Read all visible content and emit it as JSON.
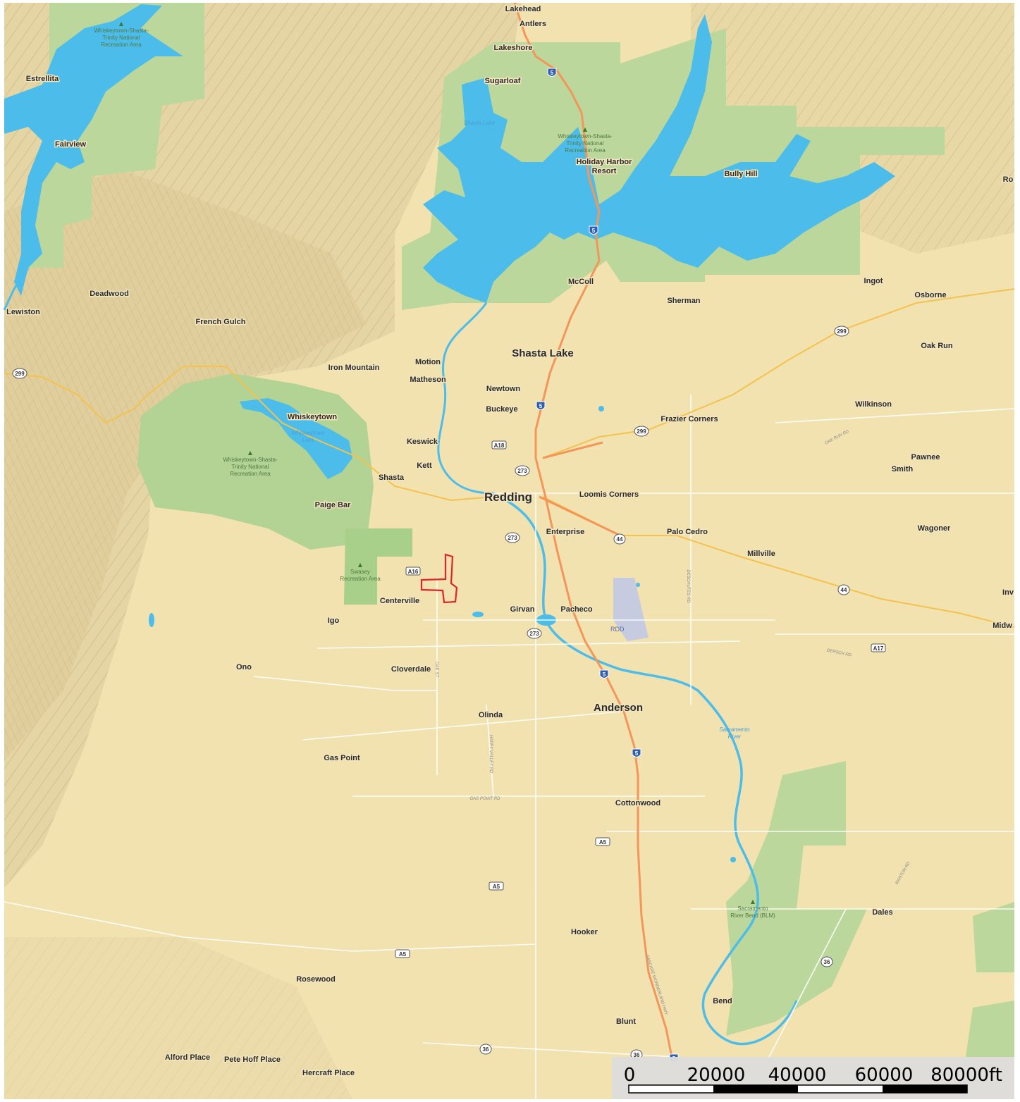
{
  "colors": {
    "land": "#f1e2b0",
    "hills": "#e2d2a1",
    "park": "#b8d79a",
    "water": "#4cbdea",
    "interstate": "#f4965a",
    "highway": "#f4c24e",
    "minor_road": "#ffffff",
    "study_area": "#e0242a",
    "scalebar_bg": "#dcdcdc"
  },
  "places": [
    {
      "id": "lakehead",
      "name": "Lakehead",
      "size": "sm"
    },
    {
      "id": "antlers",
      "name": "Antlers",
      "size": "sm"
    },
    {
      "id": "lakeshore",
      "name": "Lakeshore",
      "size": "sm"
    },
    {
      "id": "sugarloaf",
      "name": "Sugarloaf",
      "size": "sm"
    },
    {
      "id": "estrellita",
      "name": "Estrellita",
      "size": "sm"
    },
    {
      "id": "fairview",
      "name": "Fairview",
      "size": "sm"
    },
    {
      "id": "holiday-harbor",
      "name": "Holiday Harbor",
      "size": "sm"
    },
    {
      "id": "resort",
      "name": "Resort",
      "size": "sm"
    },
    {
      "id": "bully-hill",
      "name": "Bully Hill",
      "size": "sm"
    },
    {
      "id": "ro",
      "name": "Ro",
      "size": "sm"
    },
    {
      "id": "deadwood",
      "name": "Deadwood",
      "size": "sm"
    },
    {
      "id": "lewiston",
      "name": "Lewiston",
      "size": "sm"
    },
    {
      "id": "mccoll",
      "name": "McColl",
      "size": "sm"
    },
    {
      "id": "ingot",
      "name": "Ingot",
      "size": "sm"
    },
    {
      "id": "osborne",
      "name": "Osborne",
      "size": "sm"
    },
    {
      "id": "sherman",
      "name": "Sherman",
      "size": "sm"
    },
    {
      "id": "french-gulch",
      "name": "French Gulch",
      "size": "sm"
    },
    {
      "id": "shasta-lake",
      "name": "Shasta Lake",
      "size": "lg"
    },
    {
      "id": "oak-run",
      "name": "Oak Run",
      "size": "sm"
    },
    {
      "id": "iron-mountain",
      "name": "Iron Mountain",
      "size": "sm"
    },
    {
      "id": "motion",
      "name": "Motion",
      "size": "sm"
    },
    {
      "id": "matheson",
      "name": "Matheson",
      "size": "sm"
    },
    {
      "id": "newtown",
      "name": "Newtown",
      "size": "sm"
    },
    {
      "id": "wilkinson",
      "name": "Wilkinson",
      "size": "sm"
    },
    {
      "id": "buckeye",
      "name": "Buckeye",
      "size": "sm"
    },
    {
      "id": "frazier-corners",
      "name": "Frazier Corners",
      "size": "sm"
    },
    {
      "id": "whiskeytown",
      "name": "Whiskeytown",
      "size": "sm"
    },
    {
      "id": "keswick",
      "name": "Keswick",
      "size": "sm"
    },
    {
      "id": "pawnee",
      "name": "Pawnee",
      "size": "sm"
    },
    {
      "id": "smith",
      "name": "Smith",
      "size": "sm"
    },
    {
      "id": "kett",
      "name": "Kett",
      "size": "sm"
    },
    {
      "id": "shasta",
      "name": "Shasta",
      "size": "sm"
    },
    {
      "id": "redding",
      "name": "Redding",
      "size": "xl"
    },
    {
      "id": "loomis-corners",
      "name": "Loomis Corners",
      "size": "sm"
    },
    {
      "id": "paige-bar",
      "name": "Paige Bar",
      "size": "sm"
    },
    {
      "id": "enterprise",
      "name": "Enterprise",
      "size": "sm"
    },
    {
      "id": "palo-cedro",
      "name": "Palo Cedro",
      "size": "sm"
    },
    {
      "id": "wagoner",
      "name": "Wagoner",
      "size": "sm"
    },
    {
      "id": "millville",
      "name": "Millville",
      "size": "sm"
    },
    {
      "id": "inv",
      "name": "Inv",
      "size": "sm"
    },
    {
      "id": "centerville",
      "name": "Centerville",
      "size": "sm"
    },
    {
      "id": "girvan",
      "name": "Girvan",
      "size": "sm"
    },
    {
      "id": "pacheco",
      "name": "Pacheco",
      "size": "sm"
    },
    {
      "id": "igo",
      "name": "Igo",
      "size": "sm"
    },
    {
      "id": "midw",
      "name": "Midw",
      "size": "sm"
    },
    {
      "id": "ono",
      "name": "Ono",
      "size": "sm"
    },
    {
      "id": "cloverdale",
      "name": "Cloverdale",
      "size": "sm"
    },
    {
      "id": "anderson",
      "name": "Anderson",
      "size": "lg"
    },
    {
      "id": "olinda",
      "name": "Olinda",
      "size": "sm"
    },
    {
      "id": "gas-point",
      "name": "Gas Point",
      "size": "sm"
    },
    {
      "id": "cottonwood",
      "name": "Cottonwood",
      "size": "sm"
    },
    {
      "id": "dales",
      "name": "Dales",
      "size": "sm"
    },
    {
      "id": "hooker",
      "name": "Hooker",
      "size": "sm"
    },
    {
      "id": "rosewood",
      "name": "Rosewood",
      "size": "sm"
    },
    {
      "id": "bend",
      "name": "Bend",
      "size": "sm"
    },
    {
      "id": "blunt",
      "name": "Blunt",
      "size": "sm"
    },
    {
      "id": "alford-place",
      "name": "Alford Place",
      "size": "sm"
    },
    {
      "id": "pete-hoff-place",
      "name": "Pete Hoff Place",
      "size": "sm"
    },
    {
      "id": "hercraft-place",
      "name": "Hercraft Place",
      "size": "sm"
    }
  ],
  "park_labels": [
    {
      "id": "park-nw",
      "lines": [
        "Whiskeytown-Shasta-",
        "Trinity National",
        "Recreation Area"
      ]
    },
    {
      "id": "park-lake",
      "lines": [
        "Whiskeytown-Shasta-",
        "Trinity National",
        "Recreation Area"
      ]
    },
    {
      "id": "park-whiskeytown",
      "lines": [
        "Whiskeytown-Shasta-",
        "Trinity National",
        "Recreation Area"
      ]
    },
    {
      "id": "park-swasey",
      "lines": [
        "Swasey",
        "Recreation Area"
      ]
    },
    {
      "id": "park-river-bend",
      "lines": [
        "Sacramento",
        "River Bend (BLM)"
      ]
    }
  ],
  "water_labels": [
    {
      "id": "shasta-lake-water",
      "lines": [
        "Shasta Lake"
      ]
    },
    {
      "id": "whiskeytown-lake",
      "lines": [
        "Whiskeytown",
        "Lake"
      ]
    },
    {
      "id": "sacramento-river",
      "lines": [
        "Sacramento",
        "River"
      ]
    }
  ],
  "road_labels": [
    {
      "id": "oak-run-rd",
      "text": "OAK RUN RD"
    },
    {
      "id": "deschutes-rd",
      "text": "DESCHUTES RD"
    },
    {
      "id": "dersch-rd",
      "text": "DERSCH RD"
    },
    {
      "id": "oak-st",
      "text": "OAK ST"
    },
    {
      "id": "happy-valley-rd",
      "text": "HAPPY VALLEY RD"
    },
    {
      "id": "gas-point-rd",
      "text": "GAS POINT RD"
    },
    {
      "id": "cascade-wonderland-hwy",
      "text": "CASCADE WONDERLAND HWY"
    },
    {
      "id": "manton-rd",
      "text": "MANTON RD"
    }
  ],
  "airport_label": "RDD",
  "shields": [
    {
      "id": "i5-a",
      "kind": "interstate",
      "text": "5"
    },
    {
      "id": "i5-b",
      "kind": "interstate",
      "text": "5"
    },
    {
      "id": "i5-c",
      "kind": "interstate",
      "text": "5"
    },
    {
      "id": "i5-d",
      "kind": "interstate",
      "text": "5"
    },
    {
      "id": "i5-e",
      "kind": "interstate",
      "text": "5"
    },
    {
      "id": "i5-f",
      "kind": "interstate",
      "text": "5"
    },
    {
      "id": "sr299-w",
      "kind": "state",
      "text": "299"
    },
    {
      "id": "sr299-e",
      "kind": "state",
      "text": "299"
    },
    {
      "id": "sr299-c",
      "kind": "state",
      "text": "299"
    },
    {
      "id": "a18",
      "kind": "county",
      "text": "A18"
    },
    {
      "id": "sr273-a",
      "kind": "state",
      "text": "273"
    },
    {
      "id": "sr273-b",
      "kind": "state",
      "text": "273"
    },
    {
      "id": "sr273-c",
      "kind": "state",
      "text": "273"
    },
    {
      "id": "sr44-a",
      "kind": "state",
      "text": "44"
    },
    {
      "id": "sr44-b",
      "kind": "state",
      "text": "44"
    },
    {
      "id": "a16",
      "kind": "county",
      "text": "A16"
    },
    {
      "id": "a17",
      "kind": "county",
      "text": "A17"
    },
    {
      "id": "a5-a",
      "kind": "county",
      "text": "A5"
    },
    {
      "id": "a5-b",
      "kind": "county",
      "text": "A5"
    },
    {
      "id": "a5-c",
      "kind": "county",
      "text": "A5"
    },
    {
      "id": "sr36-a",
      "kind": "state",
      "text": "36"
    },
    {
      "id": "sr36-b",
      "kind": "state",
      "text": "36"
    },
    {
      "id": "sr36-c",
      "kind": "state",
      "text": "36"
    }
  ],
  "scalebar": {
    "ticks": [
      "0",
      "20000",
      "40000",
      "60000",
      "80000ft"
    ]
  }
}
